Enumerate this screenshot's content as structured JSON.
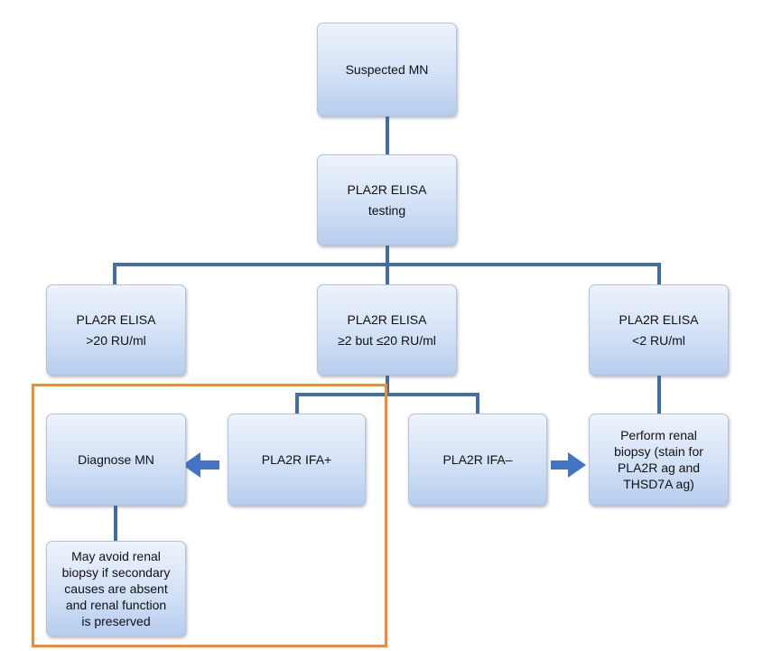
{
  "diagram": {
    "nodes": {
      "suspected_mn": "Suspected MN",
      "elisa_testing": "PLA2R ELISA\ntesting",
      "elisa_high": "PLA2R ELISA\n>20 RU/ml",
      "elisa_mid": "PLA2R ELISA\n≥2 but ≤20 RU/ml",
      "elisa_low": "PLA2R ELISA\n<2 RU/ml",
      "diagnose_mn": "Diagnose MN",
      "ifa_positive": "PLA2R IFA+",
      "ifa_negative": "PLA2R IFA–",
      "perform_biopsy": "Perform renal\nbiopsy (stain for\nPLA2R ag and\nTHSD7A ag)",
      "avoid_biopsy": "May avoid  renal\nbiopsy if secondary\ncauses are absent\nand  renal function\nis preserved"
    },
    "colors": {
      "connector": "#3f6fa6",
      "arrow": "#4472c4",
      "highlight_border": "#f28a2e",
      "node_top": "#eef3fc",
      "node_bottom": "#b6cdee"
    }
  }
}
